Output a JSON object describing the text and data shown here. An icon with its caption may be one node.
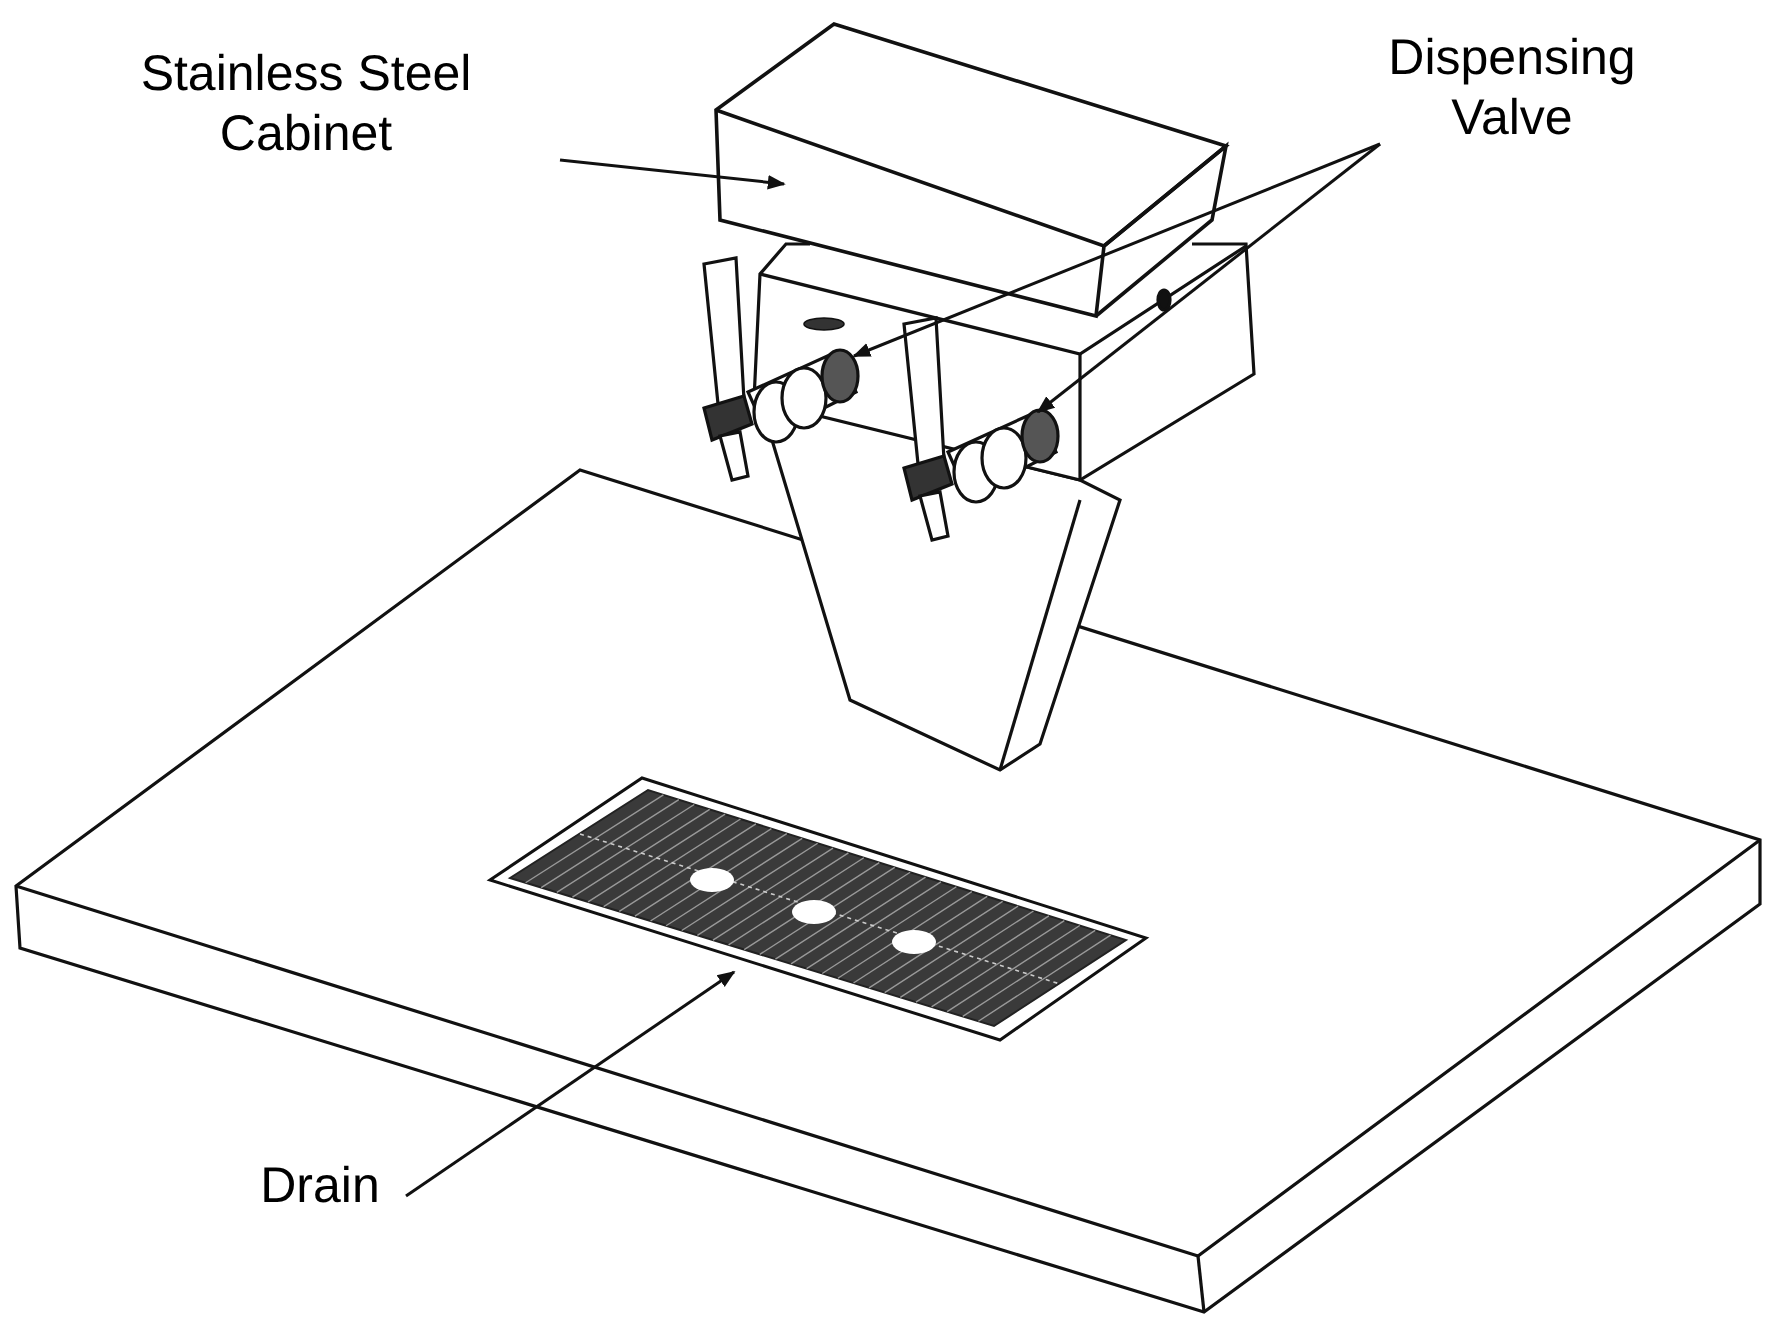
{
  "diagram": {
    "nodes": [
      {
        "text": [
          "Stainless Steel Cabinet"
        ]
      },
      {
        "text": [],
        "shape": "box"
      },
      {
        "text": [
          "Dispensing Valve"
        ]
      },
      {
        "text": [],
        "shape": "picture"
      },
      {
        "text": [],
        "shape": "picture"
      },
      {
        "text": [
          "Drain"
        ]
      },
      {
        "text": [],
        "shape": "picture"
      }
    ],
    "edges": [
      {
        "from": 0,
        "to": 1,
        "arrow": "to"
      },
      {
        "from": 2,
        "to": 3,
        "arrow": "to"
      },
      {
        "from": 2,
        "to": 4,
        "arrow": "to"
      },
      {
        "from": 5,
        "to": 6,
        "arrow": "to"
      }
    ]
  }
}
